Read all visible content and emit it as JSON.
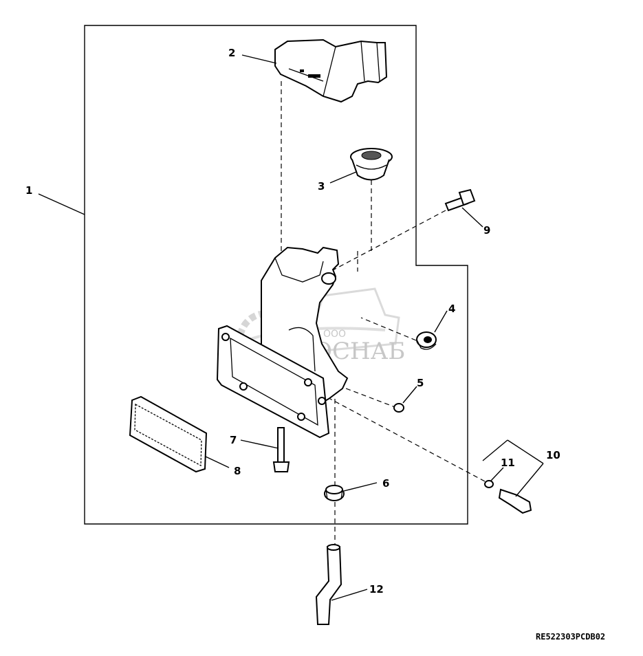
{
  "diagram": {
    "callouts": [
      "1",
      "2",
      "3",
      "4",
      "5",
      "6",
      "7",
      "8",
      "9",
      "10",
      "11",
      "12"
    ],
    "reference_code": "RE522303PCDB02",
    "watermark": {
      "small_text": "ООО",
      "brand_text": "АГРОСНАБ"
    }
  }
}
